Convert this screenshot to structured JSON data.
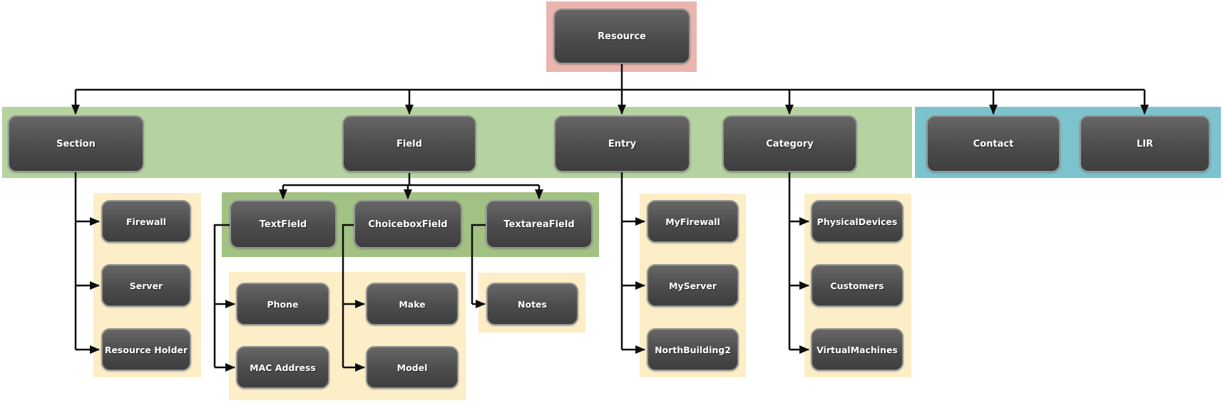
{
  "diagram": {
    "root": {
      "label": "Resource"
    },
    "branches": [
      {
        "label": "Section",
        "band": "green",
        "children": [
          {
            "label": "Firewall"
          },
          {
            "label": "Server"
          },
          {
            "label": "Resource Holder"
          }
        ]
      },
      {
        "label": "Field",
        "band": "green",
        "children": [
          {
            "label": "TextField",
            "children": [
              {
                "label": "Phone"
              },
              {
                "label": "MAC Address"
              }
            ]
          },
          {
            "label": "ChoiceboxField",
            "children": [
              {
                "label": "Make"
              },
              {
                "label": "Model"
              }
            ]
          },
          {
            "label": "TextareaField",
            "children": [
              {
                "label": "Notes"
              }
            ]
          }
        ]
      },
      {
        "label": "Entry",
        "band": "green",
        "children": [
          {
            "label": "MyFirewall"
          },
          {
            "label": "MyServer"
          },
          {
            "label": "NorthBuilding2"
          }
        ]
      },
      {
        "label": "Category",
        "band": "green",
        "children": [
          {
            "label": "PhysicalDevices"
          },
          {
            "label": "Customers"
          },
          {
            "label": "VirtualMachines"
          }
        ]
      },
      {
        "label": "Contact",
        "band": "blue",
        "children": []
      },
      {
        "label": "LIR",
        "band": "blue",
        "children": []
      }
    ],
    "colors": {
      "root_highlight_panel": "#eab5af",
      "primary_band": "#b5d3a0",
      "field_subtype_panel": "#a2c284",
      "accent_band": "#7cc3ce",
      "leaf_panel": "#fceec6",
      "node_gradient_top": "#666666",
      "node_gradient_bottom": "#3e3e3e",
      "node_border": "#949494",
      "node_text": "#ffffff",
      "connector": "#0d0d0d"
    }
  }
}
